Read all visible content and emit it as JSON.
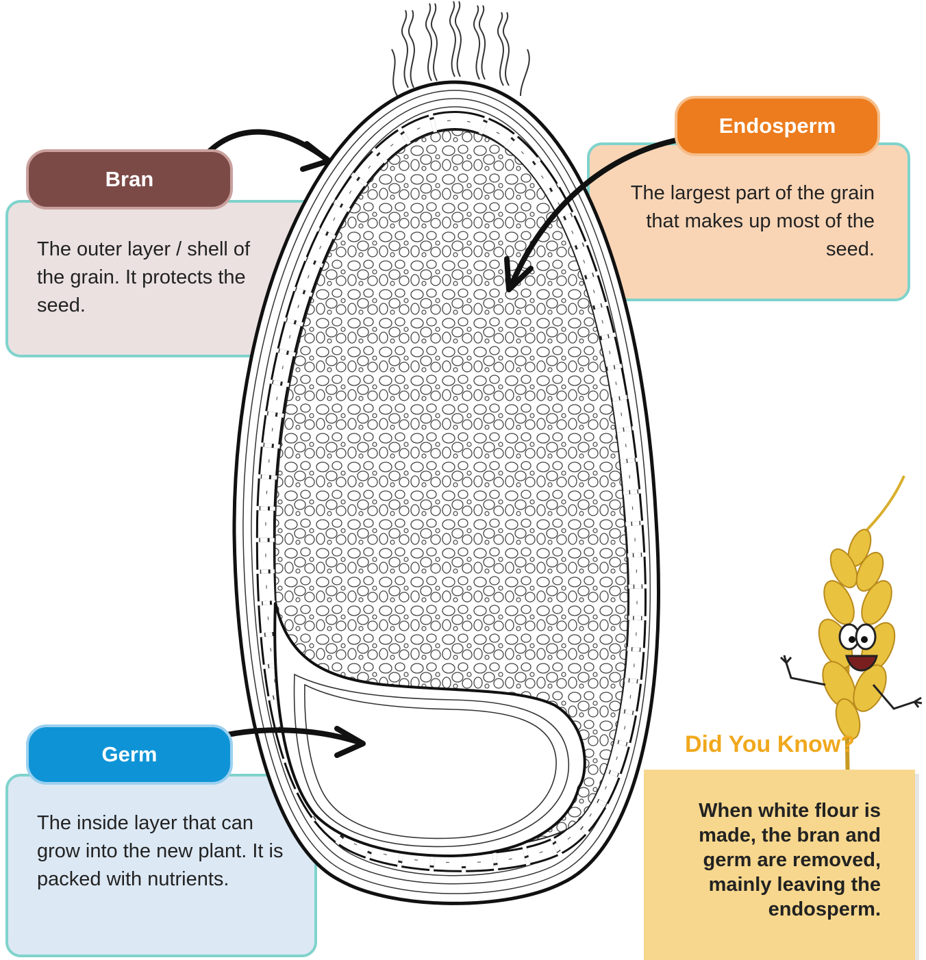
{
  "bran": {
    "label": "Bran",
    "text": "The outer layer / shell of the grain. It protects the seed.",
    "color": "#7b4a47"
  },
  "endosperm": {
    "label": "Endosperm",
    "text": "The largest part of the grain that makes up most of the seed.",
    "color": "#ec7c1e"
  },
  "germ": {
    "label": "Germ",
    "text": "The inside layer that can grow into the new plant. It is packed with nutrients.",
    "color": "#0e94d6"
  },
  "did_you_know": {
    "title": "Did You Know?",
    "text": "When white flour is made, the bran and germ are removed, mainly leaving the endosperm.",
    "color": "#f0a81c"
  }
}
